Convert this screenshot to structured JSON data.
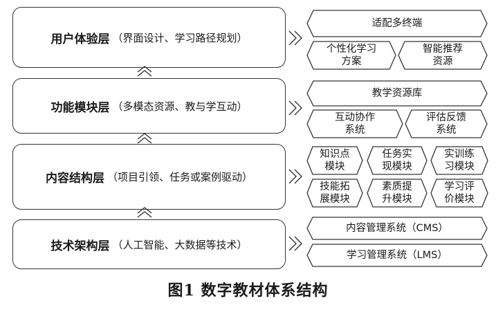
{
  "layers": [
    {
      "name": "用户体验层",
      "desc": "（界面设计、学习路径规划）",
      "modules": [
        [
          "适配多终端"
        ],
        [
          "个性化学习\n方案",
          "智能推荐\n资源"
        ]
      ]
    },
    {
      "name": "功能模块层",
      "desc": "（多模态资源、教与学互动）",
      "modules": [
        [
          "教学资源库"
        ],
        [
          "互动协作\n系统",
          "评估反馈\n系统"
        ]
      ]
    },
    {
      "name": "内容结构层",
      "desc": "（项目引领、任务或案例驱动）",
      "modules": [
        [
          "知识点\n模块",
          "任务实\n现模块",
          "实训练\n习模块"
        ],
        [
          "技能拓\n展模块",
          "素质提\n升模块",
          "学习评\n价模块"
        ]
      ]
    },
    {
      "name": "技术架构层",
      "desc": "（人工智能、大数据等技术）",
      "modules": [
        [
          "内容管理系统（CMS）"
        ],
        [
          "学习管理系统（LMS）"
        ]
      ]
    }
  ],
  "caption": "图1  数字教材体系结构"
}
